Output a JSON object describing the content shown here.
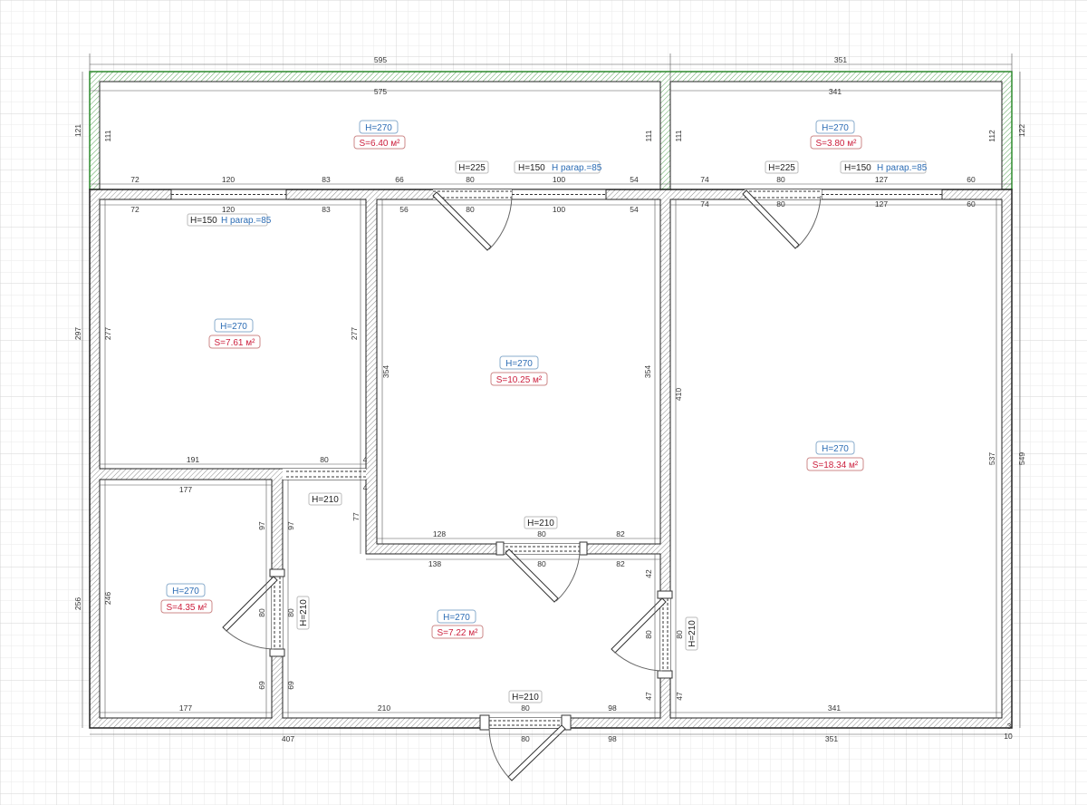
{
  "rooms": [
    {
      "id": "balcony_left",
      "height": "H=270",
      "area": "S=6.40 м²"
    },
    {
      "id": "balcony_right",
      "height": "H=270",
      "area": "S=3.80 м²"
    },
    {
      "id": "room_left",
      "height": "H=270",
      "area": "S=7.61 м²"
    },
    {
      "id": "room_center",
      "height": "H=270",
      "area": "S=10.25 м²"
    },
    {
      "id": "room_right",
      "height": "H=270",
      "area": "S=18.34 м²"
    },
    {
      "id": "room_bath",
      "height": "H=270",
      "area": "S=4.35 м²"
    },
    {
      "id": "hall",
      "height": "H=270",
      "area": "S=7.22 м²"
    }
  ],
  "window_tags": [
    {
      "h": "H=150",
      "parapet": "H parap.=85"
    },
    {
      "h": "H=150",
      "parapet": "H parap.=85"
    },
    {
      "h": "H=150",
      "parapet": "H parap.=85"
    }
  ],
  "door_tags": [
    "H=225",
    "H=225",
    "H=210",
    "H=210",
    "H=210",
    "H=210",
    "H=210"
  ],
  "dimensions": {
    "outer_top": [
      "595",
      "351"
    ],
    "balcony_inner": [
      "575",
      "341"
    ],
    "balcony_left_side": [
      "121",
      "111",
      "111"
    ],
    "balcony_right_side": [
      "111",
      "112",
      "122"
    ],
    "top_wall_outer_left": [
      "72",
      "120",
      "83",
      "66",
      "80",
      "100",
      "54"
    ],
    "top_wall_inner_left": [
      "72",
      "120",
      "83"
    ],
    "top_wall_inner_center": [
      "56",
      "80",
      "100",
      "54"
    ],
    "top_wall_right": [
      "74",
      "80",
      "127",
      "60"
    ],
    "left_outer": [
      "297",
      "256"
    ],
    "room_left": [
      "277",
      "277",
      "191",
      "80",
      "4",
      "4"
    ],
    "room_center": [
      "354",
      "354",
      "128",
      "80",
      "82",
      "138",
      "80",
      "82",
      "77"
    ],
    "room_right": [
      "410",
      "537",
      "549",
      "341",
      "42",
      "80",
      "80",
      "47",
      "47"
    ],
    "bath": [
      "177",
      "246",
      "97",
      "97",
      "80",
      "80",
      "69",
      "69",
      "177"
    ],
    "hall": [
      "210",
      "80",
      "98"
    ],
    "bottom_outer": [
      "407",
      "80",
      "98",
      "351",
      "3",
      "10"
    ]
  }
}
